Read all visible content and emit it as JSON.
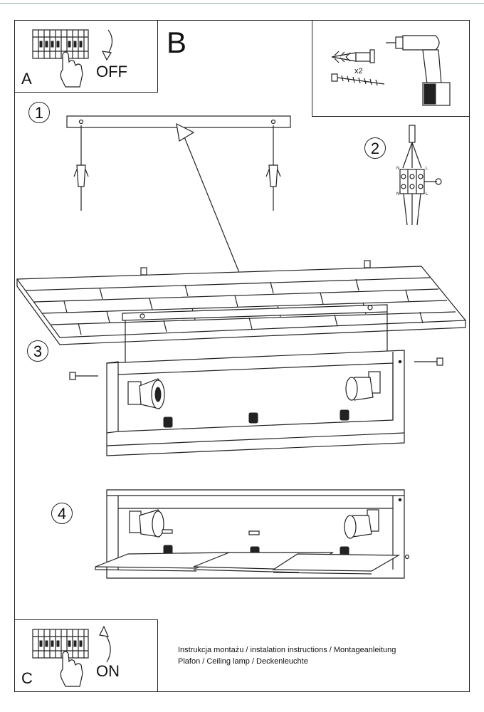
{
  "panels": {
    "a": {
      "letter": "A",
      "state": "OFF"
    },
    "b": {
      "letter": "B"
    },
    "c": {
      "letter": "C",
      "state": "ON"
    }
  },
  "hardware": {
    "qty": "x2"
  },
  "steps": [
    "1",
    "2",
    "3",
    "4"
  ],
  "caption": {
    "line1": "Instrukcja montażu / instalation instructions / Montageanleitung",
    "line2": "Plafon / Ceiling lamp / Deckenleuchte"
  },
  "terminal_labels": {
    "n_top": "N",
    "l_top": "L",
    "n_bottom": "N",
    "l_bottom": "L"
  }
}
